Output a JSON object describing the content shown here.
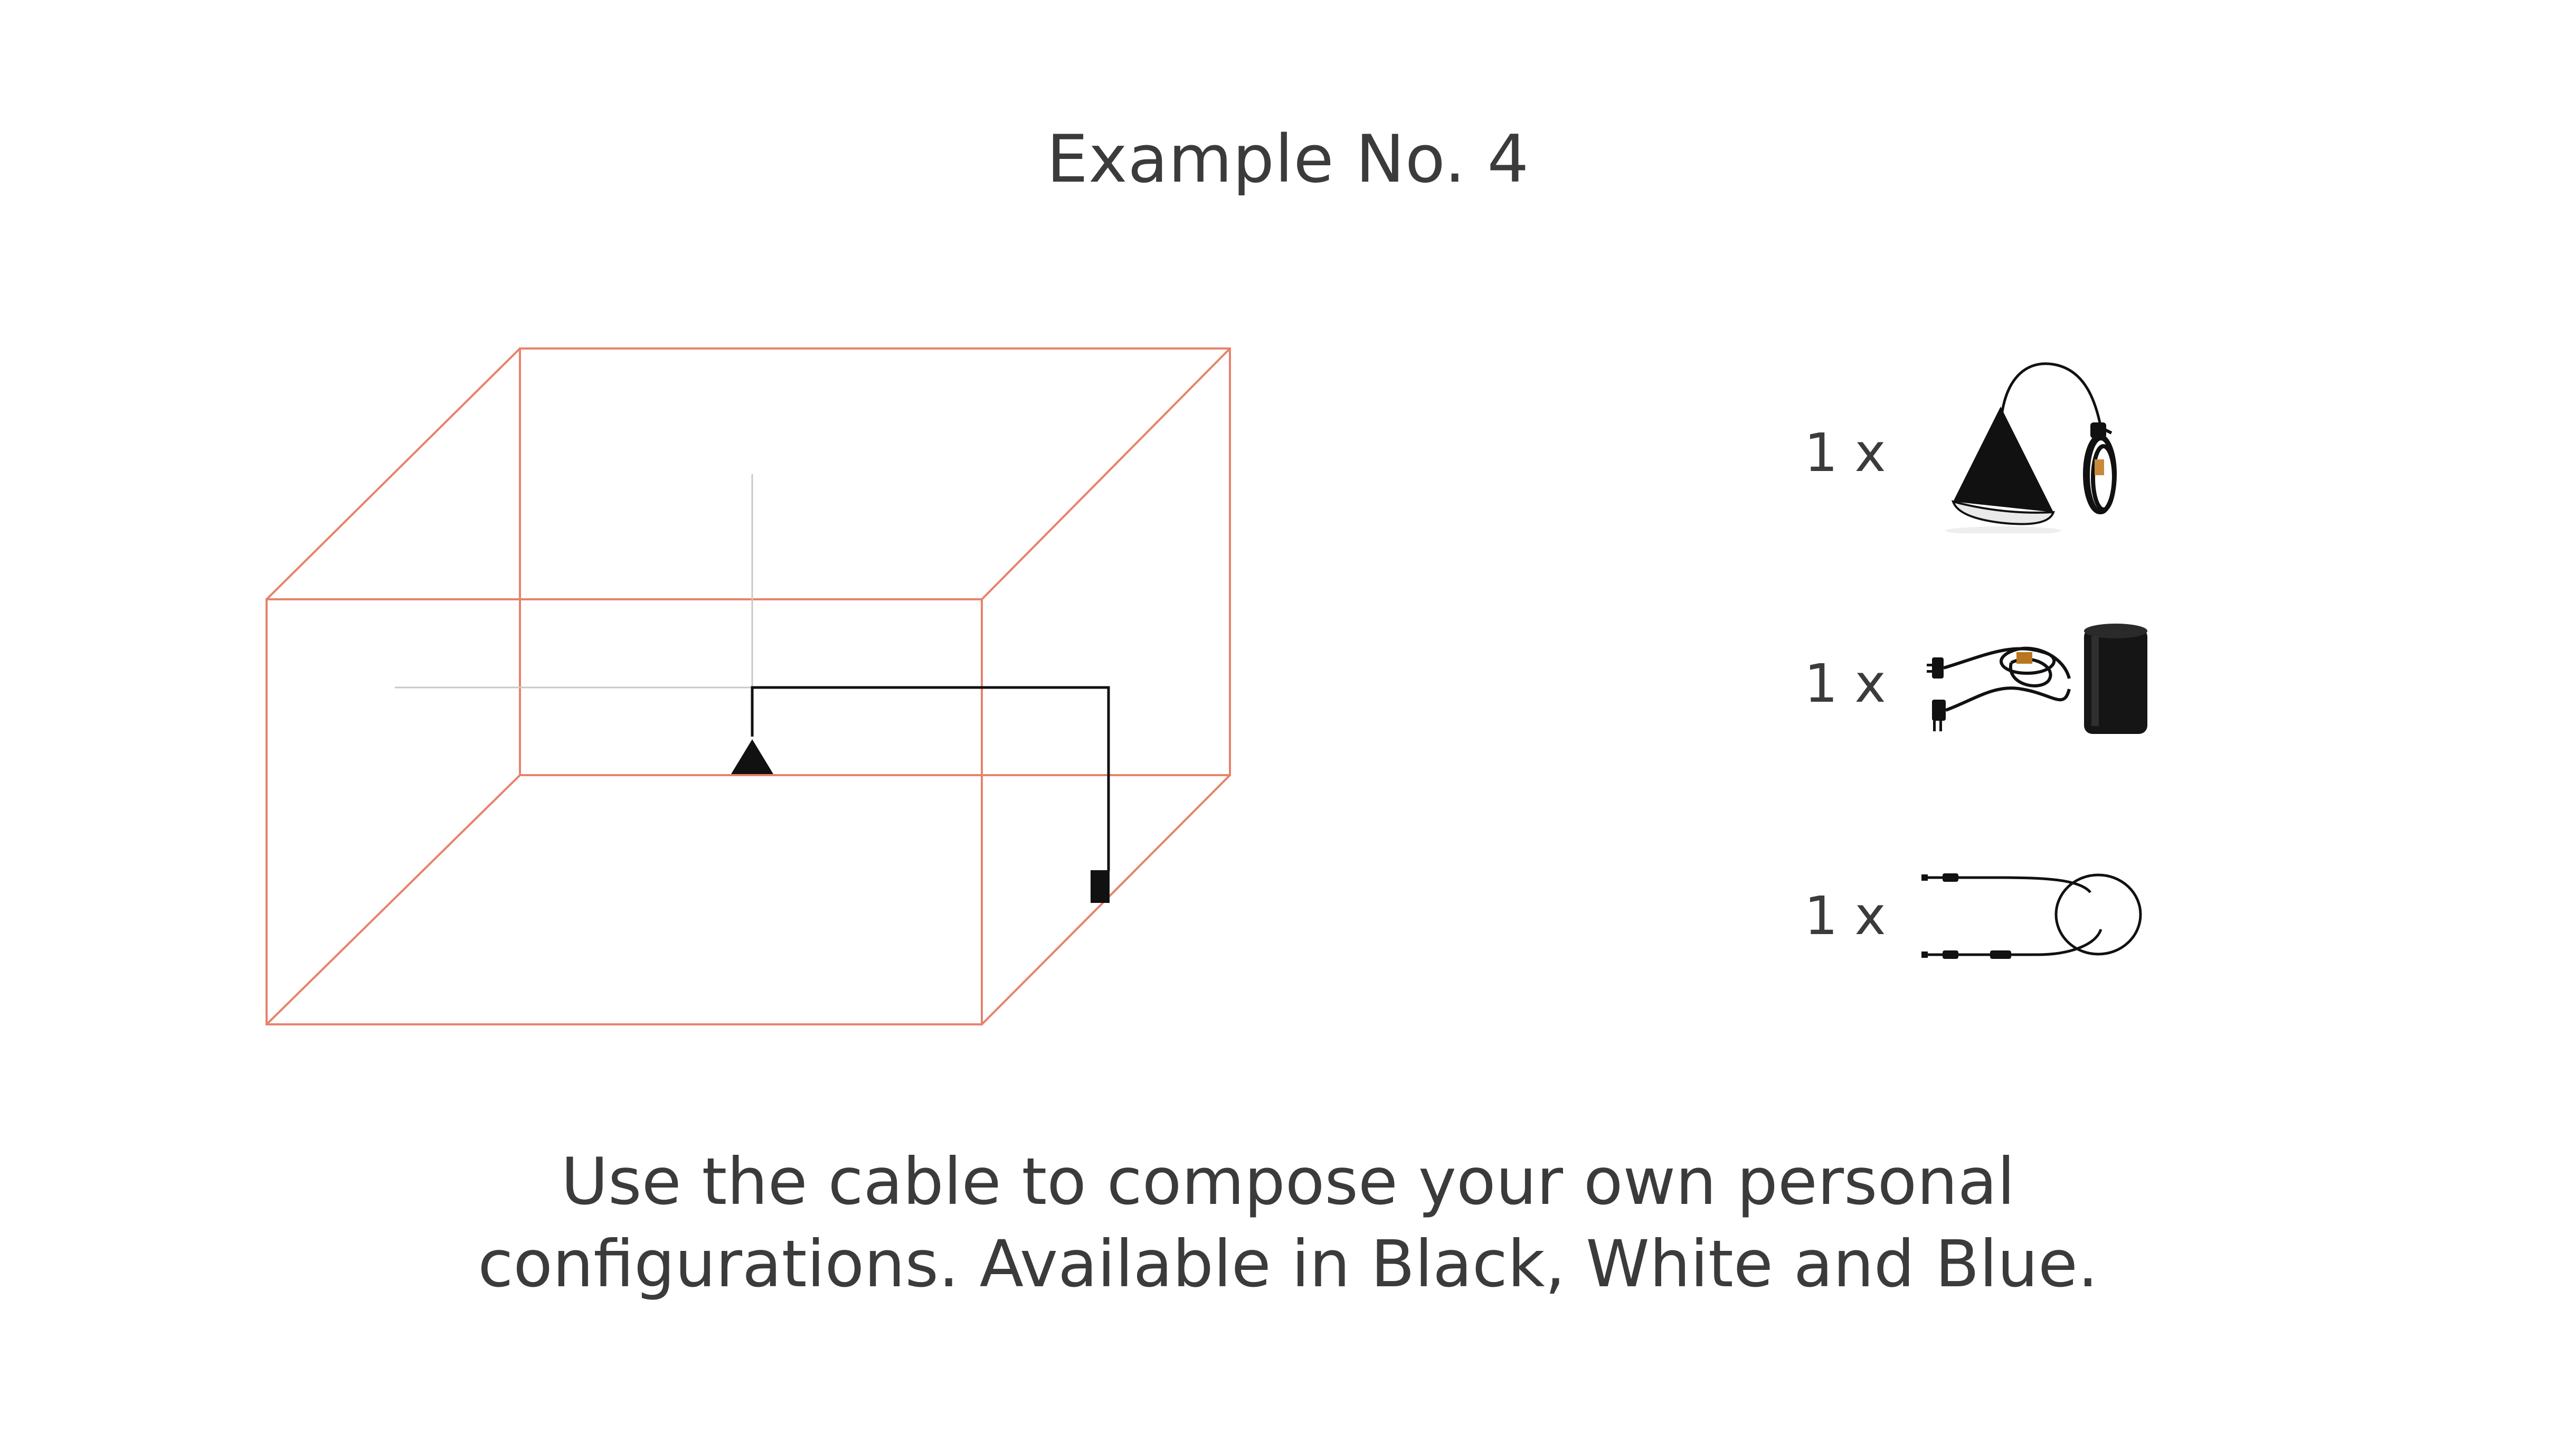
{
  "title": "Example No. 4",
  "colors": {
    "room_outline": "#e8826b",
    "cable": "#111111",
    "guide_line": "#c8c8c8",
    "text": "#3b3b3b"
  },
  "components": [
    {
      "quantity": "1 x",
      "icon": "cone-pendant-lamp-icon"
    },
    {
      "quantity": "1 x",
      "icon": "power-cable-and-base-icon"
    },
    {
      "quantity": "1 x",
      "icon": "extension-cable-icon"
    }
  ],
  "caption": {
    "line1": "Use the cable  to compose your own personal",
    "line2": "configurations. Available in Black, White and Blue."
  }
}
